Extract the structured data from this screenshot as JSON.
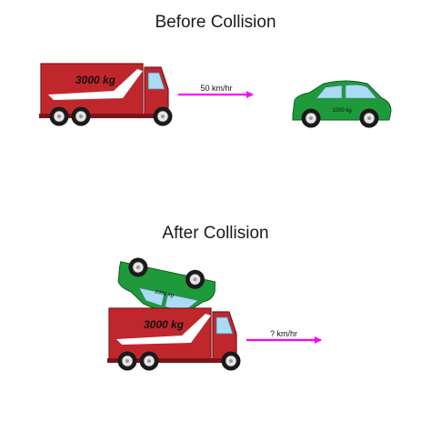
{
  "before": {
    "title": "Before Collision",
    "truck_mass": "3000 kg",
    "truck_speed": "50 km/hr",
    "car_mass": "1000 kg"
  },
  "after": {
    "title": "After Collision",
    "truck_mass": "3000 kg",
    "car_mass": "1000 kg",
    "combined_speed": "? km/hr"
  },
  "colors": {
    "truck_red": "#c0272d",
    "truck_dark": "#7a1418",
    "car_green": "#1f9a3a",
    "car_dark": "#0e5f22",
    "window_blue": "#a9dcf2",
    "arrow_magenta": "#ff00ff",
    "tire": "#1a1a1a",
    "hub": "#e6e6e6"
  }
}
